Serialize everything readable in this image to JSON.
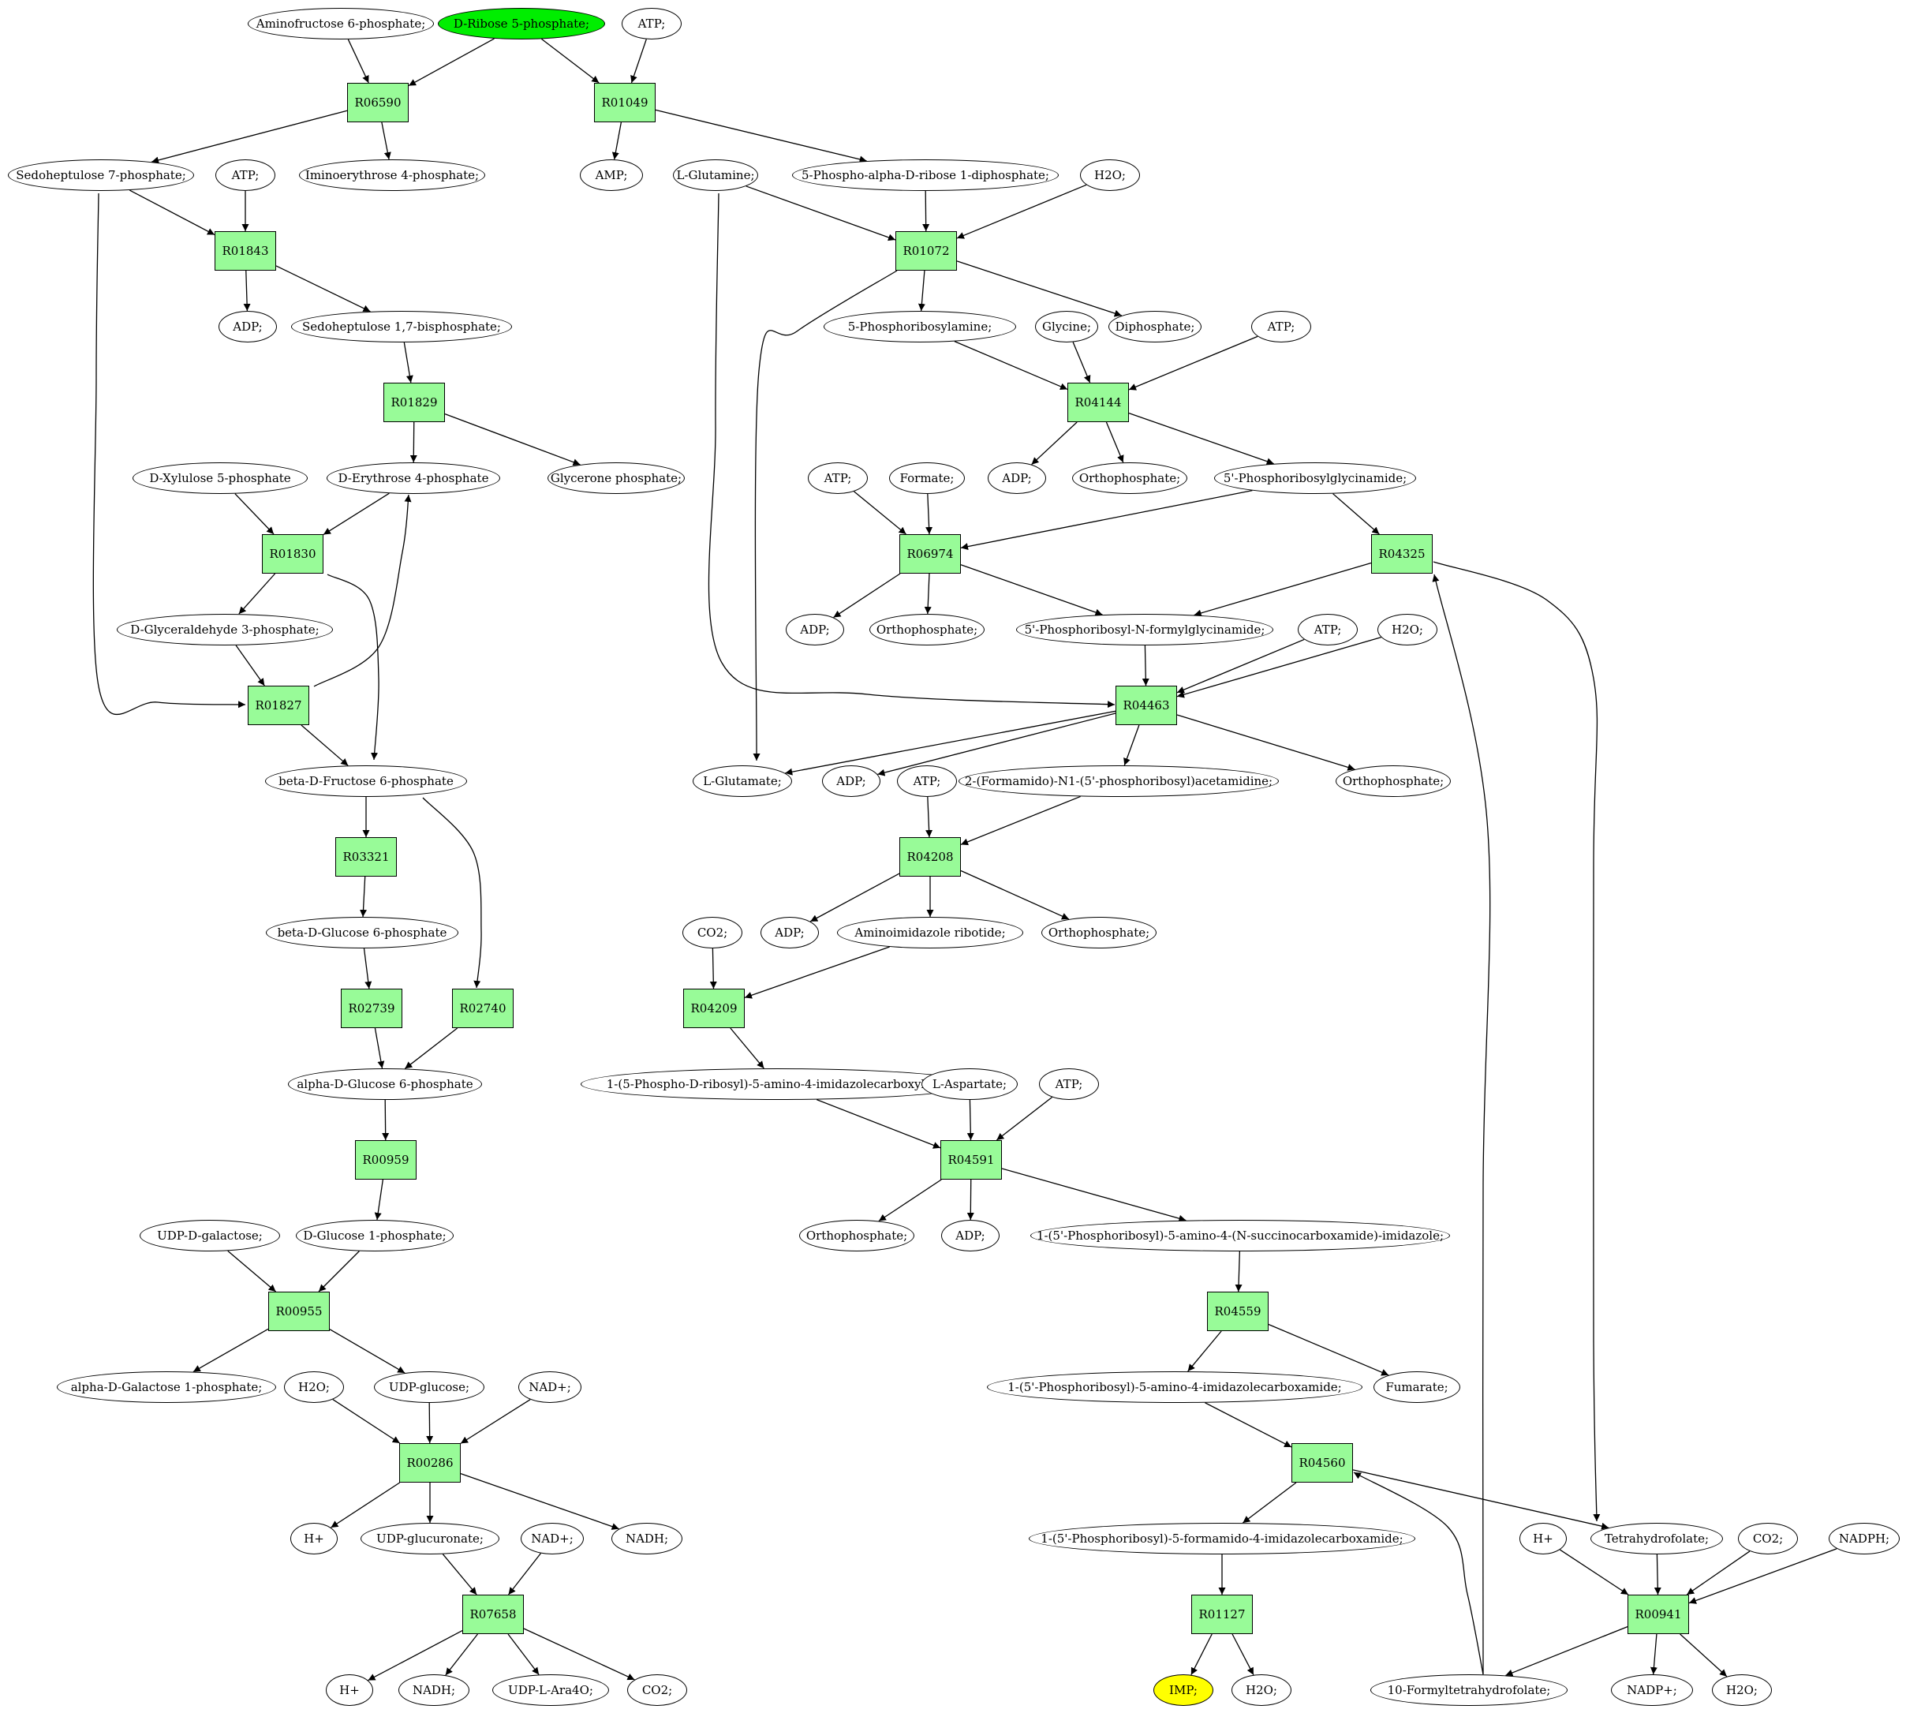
{
  "colors": {
    "reaction_fill": "#98fb98",
    "start_compound_fill": "#00ee00",
    "goal_compound_fill": "#ffff00",
    "compound_fill": "#ffffff",
    "edge": "#000000"
  },
  "nodes": [
    {
      "id": "c_aminofru6p",
      "label": "Aminofructose 6-phosphate;",
      "kind": "compound"
    },
    {
      "id": "c_ribose5p",
      "label": "D-Ribose 5-phosphate;",
      "kind": "compound",
      "role": "start"
    },
    {
      "id": "c_atp_top",
      "label": "ATP;",
      "kind": "compound"
    },
    {
      "id": "r_R06590",
      "label": "R06590",
      "kind": "reaction"
    },
    {
      "id": "r_R01049",
      "label": "R01049",
      "kind": "reaction"
    },
    {
      "id": "c_sedo7p",
      "label": "Sedoheptulose 7-phosphate;",
      "kind": "compound"
    },
    {
      "id": "c_atp_1843",
      "label": "ATP;",
      "kind": "compound"
    },
    {
      "id": "c_iminoery4p",
      "label": "Iminoerythrose 4-phosphate;",
      "kind": "compound"
    },
    {
      "id": "c_amp",
      "label": "AMP;",
      "kind": "compound"
    },
    {
      "id": "c_lgln",
      "label": "L-Glutamine;",
      "kind": "compound"
    },
    {
      "id": "c_prpp",
      "label": "5-Phospho-alpha-D-ribose 1-diphosphate;",
      "kind": "compound"
    },
    {
      "id": "c_h2o_1072",
      "label": "H2O;",
      "kind": "compound"
    },
    {
      "id": "r_R01843",
      "label": "R01843",
      "kind": "reaction"
    },
    {
      "id": "r_R01072",
      "label": "R01072",
      "kind": "reaction"
    },
    {
      "id": "c_adp_1843",
      "label": "ADP;",
      "kind": "compound"
    },
    {
      "id": "c_sedo17bp",
      "label": "Sedoheptulose 1,7-bisphosphate;",
      "kind": "compound"
    },
    {
      "id": "c_5pra",
      "label": "5-Phosphoribosylamine;",
      "kind": "compound"
    },
    {
      "id": "c_glycine",
      "label": "Glycine;",
      "kind": "compound"
    },
    {
      "id": "c_diphosphate",
      "label": "Diphosphate;",
      "kind": "compound"
    },
    {
      "id": "c_atp_4144",
      "label": "ATP;",
      "kind": "compound"
    },
    {
      "id": "r_R01829",
      "label": "R01829",
      "kind": "reaction"
    },
    {
      "id": "r_R04144",
      "label": "R04144",
      "kind": "reaction"
    },
    {
      "id": "c_xylulose5p",
      "label": "D-Xylulose 5-phosphate",
      "kind": "compound"
    },
    {
      "id": "c_ery4p",
      "label": "D-Erythrose 4-phosphate",
      "kind": "compound"
    },
    {
      "id": "c_glyceronep",
      "label": "Glycerone phosphate;",
      "kind": "compound"
    },
    {
      "id": "c_atp_6974",
      "label": "ATP;",
      "kind": "compound"
    },
    {
      "id": "c_formate",
      "label": "Formate;",
      "kind": "compound"
    },
    {
      "id": "c_adp_4144",
      "label": "ADP;",
      "kind": "compound"
    },
    {
      "id": "c_pi_4144",
      "label": "Orthophosphate;",
      "kind": "compound"
    },
    {
      "id": "c_gar",
      "label": "5'-Phosphoribosylglycinamide;",
      "kind": "compound"
    },
    {
      "id": "r_R01830",
      "label": "R01830",
      "kind": "reaction"
    },
    {
      "id": "r_R06974",
      "label": "R06974",
      "kind": "reaction"
    },
    {
      "id": "r_R04325",
      "label": "R04325",
      "kind": "reaction"
    },
    {
      "id": "c_g3p",
      "label": "D-Glyceraldehyde 3-phosphate;",
      "kind": "compound"
    },
    {
      "id": "c_adp_6974",
      "label": "ADP;",
      "kind": "compound"
    },
    {
      "id": "c_pi_6974",
      "label": "Orthophosphate;",
      "kind": "compound"
    },
    {
      "id": "c_fgar",
      "label": "5'-Phosphoribosyl-N-formylglycinamide;",
      "kind": "compound"
    },
    {
      "id": "c_atp_4463",
      "label": "ATP;",
      "kind": "compound"
    },
    {
      "id": "c_h2o_4463",
      "label": "H2O;",
      "kind": "compound"
    },
    {
      "id": "r_R01827",
      "label": "R01827",
      "kind": "reaction"
    },
    {
      "id": "r_R04463",
      "label": "R04463",
      "kind": "reaction"
    },
    {
      "id": "c_fru6p",
      "label": "beta-D-Fructose 6-phosphate",
      "kind": "compound"
    },
    {
      "id": "c_lglu",
      "label": "L-Glutamate;",
      "kind": "compound"
    },
    {
      "id": "c_adp_4463",
      "label": "ADP;",
      "kind": "compound"
    },
    {
      "id": "c_atp_4208",
      "label": "ATP;",
      "kind": "compound"
    },
    {
      "id": "c_fgam",
      "label": "2-(Formamido)-N1-(5'-phosphoribosyl)acetamidine;",
      "kind": "compound"
    },
    {
      "id": "c_pi_4463",
      "label": "Orthophosphate;",
      "kind": "compound"
    },
    {
      "id": "r_R03321",
      "label": "R03321",
      "kind": "reaction"
    },
    {
      "id": "r_R04208",
      "label": "R04208",
      "kind": "reaction"
    },
    {
      "id": "c_glc6p_beta",
      "label": "beta-D-Glucose 6-phosphate",
      "kind": "compound"
    },
    {
      "id": "c_co2_4209",
      "label": "CO2;",
      "kind": "compound"
    },
    {
      "id": "c_adp_4208",
      "label": "ADP;",
      "kind": "compound"
    },
    {
      "id": "c_air",
      "label": "Aminoimidazole ribotide;",
      "kind": "compound"
    },
    {
      "id": "c_pi_4208",
      "label": "Orthophosphate;",
      "kind": "compound"
    },
    {
      "id": "r_R02739",
      "label": "R02739",
      "kind": "reaction"
    },
    {
      "id": "r_R02740",
      "label": "R02740",
      "kind": "reaction"
    },
    {
      "id": "r_R04209",
      "label": "R04209",
      "kind": "reaction"
    },
    {
      "id": "c_glc6p_alpha",
      "label": "alpha-D-Glucose 6-phosphate",
      "kind": "compound"
    },
    {
      "id": "c_cair",
      "label": "1-(5-Phospho-D-ribosyl)-5-amino-4-imidazolecarboxylate;",
      "kind": "compound"
    },
    {
      "id": "c_lasp",
      "label": "L-Aspartate;",
      "kind": "compound"
    },
    {
      "id": "c_atp_4591",
      "label": "ATP;",
      "kind": "compound"
    },
    {
      "id": "r_R00959",
      "label": "R00959",
      "kind": "reaction"
    },
    {
      "id": "r_R04591",
      "label": "R04591",
      "kind": "reaction"
    },
    {
      "id": "c_udpgal",
      "label": "UDP-D-galactose;",
      "kind": "compound"
    },
    {
      "id": "c_glc1p",
      "label": "D-Glucose 1-phosphate;",
      "kind": "compound"
    },
    {
      "id": "c_pi_4591",
      "label": "Orthophosphate;",
      "kind": "compound"
    },
    {
      "id": "c_adp_4591",
      "label": "ADP;",
      "kind": "compound"
    },
    {
      "id": "c_saicar",
      "label": "1-(5'-Phosphoribosyl)-5-amino-4-(N-succinocarboxamide)-imidazole;",
      "kind": "compound"
    },
    {
      "id": "r_R00955",
      "label": "R00955",
      "kind": "reaction"
    },
    {
      "id": "r_R04559",
      "label": "R04559",
      "kind": "reaction"
    },
    {
      "id": "c_gal1p",
      "label": "alpha-D-Galactose 1-phosphate;",
      "kind": "compound"
    },
    {
      "id": "c_h2o_286",
      "label": "H2O;",
      "kind": "compound"
    },
    {
      "id": "c_udpglc",
      "label": "UDP-glucose;",
      "kind": "compound"
    },
    {
      "id": "c_nad_286",
      "label": "NAD+;",
      "kind": "compound"
    },
    {
      "id": "c_aicar",
      "label": "1-(5'-Phosphoribosyl)-5-amino-4-imidazolecarboxamide;",
      "kind": "compound"
    },
    {
      "id": "c_fumarate",
      "label": "Fumarate;",
      "kind": "compound"
    },
    {
      "id": "r_R00286",
      "label": "R00286",
      "kind": "reaction"
    },
    {
      "id": "r_R04560",
      "label": "R04560",
      "kind": "reaction"
    },
    {
      "id": "c_h_286",
      "label": "H+",
      "kind": "compound"
    },
    {
      "id": "c_udpglcA",
      "label": "UDP-glucuronate;",
      "kind": "compound"
    },
    {
      "id": "c_nad_7658",
      "label": "NAD+;",
      "kind": "compound"
    },
    {
      "id": "c_nadh_286",
      "label": "NADH;",
      "kind": "compound"
    },
    {
      "id": "c_faicar",
      "label": "1-(5'-Phosphoribosyl)-5-formamido-4-imidazolecarboxamide;",
      "kind": "compound"
    },
    {
      "id": "c_h_941",
      "label": "H+",
      "kind": "compound"
    },
    {
      "id": "c_thf",
      "label": "Tetrahydrofolate;",
      "kind": "compound"
    },
    {
      "id": "c_co2_941",
      "label": "CO2;",
      "kind": "compound"
    },
    {
      "id": "c_nadph",
      "label": "NADPH;",
      "kind": "compound"
    },
    {
      "id": "r_R07658",
      "label": "R07658",
      "kind": "reaction"
    },
    {
      "id": "r_R01127",
      "label": "R01127",
      "kind": "reaction"
    },
    {
      "id": "r_R00941",
      "label": "R00941",
      "kind": "reaction"
    },
    {
      "id": "c_h_7658",
      "label": "H+",
      "kind": "compound"
    },
    {
      "id": "c_nadh_7658",
      "label": "NADH;",
      "kind": "compound"
    },
    {
      "id": "c_udpara4o",
      "label": "UDP-L-Ara4O;",
      "kind": "compound"
    },
    {
      "id": "c_co2_7658",
      "label": "CO2;",
      "kind": "compound"
    },
    {
      "id": "c_imp",
      "label": "IMP;",
      "kind": "compound",
      "role": "goal"
    },
    {
      "id": "c_h2o_1127",
      "label": "H2O;",
      "kind": "compound"
    },
    {
      "id": "c_10fthf",
      "label": "10-Formyltetrahydrofolate;",
      "kind": "compound"
    },
    {
      "id": "c_nadp",
      "label": "NADP+;",
      "kind": "compound"
    },
    {
      "id": "c_h2o_941",
      "label": "H2O;",
      "kind": "compound"
    }
  ],
  "edges": [
    [
      "c_aminofru6p",
      "r_R06590"
    ],
    [
      "c_ribose5p",
      "r_R06590"
    ],
    [
      "c_ribose5p",
      "r_R01049"
    ],
    [
      "c_atp_top",
      "r_R01049"
    ],
    [
      "r_R06590",
      "c_sedo7p"
    ],
    [
      "r_R06590",
      "c_iminoery4p"
    ],
    [
      "r_R01049",
      "c_amp"
    ],
    [
      "r_R01049",
      "c_prpp"
    ],
    [
      "c_sedo7p",
      "r_R01843"
    ],
    [
      "c_atp_1843",
      "r_R01843"
    ],
    [
      "r_R01843",
      "c_adp_1843"
    ],
    [
      "r_R01843",
      "c_sedo17bp"
    ],
    [
      "c_lgln",
      "r_R01072"
    ],
    [
      "c_prpp",
      "r_R01072"
    ],
    [
      "c_h2o_1072",
      "r_R01072"
    ],
    [
      "r_R01072",
      "c_5pra"
    ],
    [
      "r_R01072",
      "c_diphosphate"
    ],
    [
      "r_R01072",
      "c_lglu"
    ],
    [
      "c_sedo17bp",
      "r_R01829"
    ],
    [
      "r_R01829",
      "c_ery4p"
    ],
    [
      "r_R01829",
      "c_glyceronep"
    ],
    [
      "c_5pra",
      "r_R04144"
    ],
    [
      "c_glycine",
      "r_R04144"
    ],
    [
      "c_atp_4144",
      "r_R04144"
    ],
    [
      "r_R04144",
      "c_adp_4144"
    ],
    [
      "r_R04144",
      "c_pi_4144"
    ],
    [
      "r_R04144",
      "c_gar"
    ],
    [
      "c_xylulose5p",
      "r_R01830"
    ],
    [
      "c_ery4p",
      "r_R01830"
    ],
    [
      "r_R01830",
      "c_g3p"
    ],
    [
      "r_R01830",
      "c_fru6p"
    ],
    [
      "c_atp_6974",
      "r_R06974"
    ],
    [
      "c_formate",
      "r_R06974"
    ],
    [
      "c_gar",
      "r_R06974"
    ],
    [
      "r_R06974",
      "c_adp_6974"
    ],
    [
      "r_R06974",
      "c_pi_6974"
    ],
    [
      "r_R06974",
      "c_fgar"
    ],
    [
      "c_gar",
      "r_R04325"
    ],
    [
      "c_10fthf",
      "r_R04325"
    ],
    [
      "r_R04325",
      "c_fgar"
    ],
    [
      "r_R04325",
      "c_thf"
    ],
    [
      "c_sedo7p",
      "r_R01827"
    ],
    [
      "c_g3p",
      "r_R01827"
    ],
    [
      "r_R01827",
      "c_ery4p"
    ],
    [
      "r_R01827",
      "c_fru6p"
    ],
    [
      "c_fgar",
      "r_R04463"
    ],
    [
      "c_atp_4463",
      "r_R04463"
    ],
    [
      "c_h2o_4463",
      "r_R04463"
    ],
    [
      "c_lgln",
      "r_R04463"
    ],
    [
      "r_R04463",
      "c_lglu"
    ],
    [
      "r_R04463",
      "c_adp_4463"
    ],
    [
      "r_R04463",
      "c_fgam"
    ],
    [
      "r_R04463",
      "c_pi_4463"
    ],
    [
      "c_fru6p",
      "r_R03321"
    ],
    [
      "c_fru6p",
      "r_R02740"
    ],
    [
      "r_R03321",
      "c_glc6p_beta"
    ],
    [
      "c_atp_4208",
      "r_R04208"
    ],
    [
      "c_fgam",
      "r_R04208"
    ],
    [
      "r_R04208",
      "c_adp_4208"
    ],
    [
      "r_R04208",
      "c_air"
    ],
    [
      "r_R04208",
      "c_pi_4208"
    ],
    [
      "c_glc6p_beta",
      "r_R02739"
    ],
    [
      "r_R02739",
      "c_glc6p_alpha"
    ],
    [
      "r_R02740",
      "c_glc6p_alpha"
    ],
    [
      "c_co2_4209",
      "r_R04209"
    ],
    [
      "c_air",
      "r_R04209"
    ],
    [
      "r_R04209",
      "c_cair"
    ],
    [
      "c_glc6p_alpha",
      "r_R00959"
    ],
    [
      "r_R00959",
      "c_glc1p"
    ],
    [
      "c_cair",
      "r_R04591"
    ],
    [
      "c_lasp",
      "r_R04591"
    ],
    [
      "c_atp_4591",
      "r_R04591"
    ],
    [
      "r_R04591",
      "c_pi_4591"
    ],
    [
      "r_R04591",
      "c_adp_4591"
    ],
    [
      "r_R04591",
      "c_saicar"
    ],
    [
      "c_udpgal",
      "r_R00955"
    ],
    [
      "c_glc1p",
      "r_R00955"
    ],
    [
      "r_R00955",
      "c_gal1p"
    ],
    [
      "r_R00955",
      "c_udpglc"
    ],
    [
      "c_saicar",
      "r_R04559"
    ],
    [
      "r_R04559",
      "c_aicar"
    ],
    [
      "r_R04559",
      "c_fumarate"
    ],
    [
      "c_h2o_286",
      "r_R00286"
    ],
    [
      "c_udpglc",
      "r_R00286"
    ],
    [
      "c_nad_286",
      "r_R00286"
    ],
    [
      "r_R00286",
      "c_h_286"
    ],
    [
      "r_R00286",
      "c_udpglcA"
    ],
    [
      "r_R00286",
      "c_nadh_286"
    ],
    [
      "c_aicar",
      "r_R04560"
    ],
    [
      "c_10fthf",
      "r_R04560"
    ],
    [
      "r_R04560",
      "c_faicar"
    ],
    [
      "r_R04560",
      "c_thf"
    ],
    [
      "c_udpglcA",
      "r_R07658"
    ],
    [
      "c_nad_7658",
      "r_R07658"
    ],
    [
      "r_R07658",
      "c_h_7658"
    ],
    [
      "r_R07658",
      "c_nadh_7658"
    ],
    [
      "r_R07658",
      "c_udpara4o"
    ],
    [
      "r_R07658",
      "c_co2_7658"
    ],
    [
      "c_faicar",
      "r_R01127"
    ],
    [
      "r_R01127",
      "c_imp"
    ],
    [
      "r_R01127",
      "c_h2o_1127"
    ],
    [
      "c_h_941",
      "r_R00941"
    ],
    [
      "c_thf",
      "r_R00941"
    ],
    [
      "c_co2_941",
      "r_R00941"
    ],
    [
      "c_nadph",
      "r_R00941"
    ],
    [
      "r_R00941",
      "c_10fthf"
    ],
    [
      "r_R00941",
      "c_nadp"
    ],
    [
      "r_R00941",
      "c_h2o_941"
    ]
  ]
}
